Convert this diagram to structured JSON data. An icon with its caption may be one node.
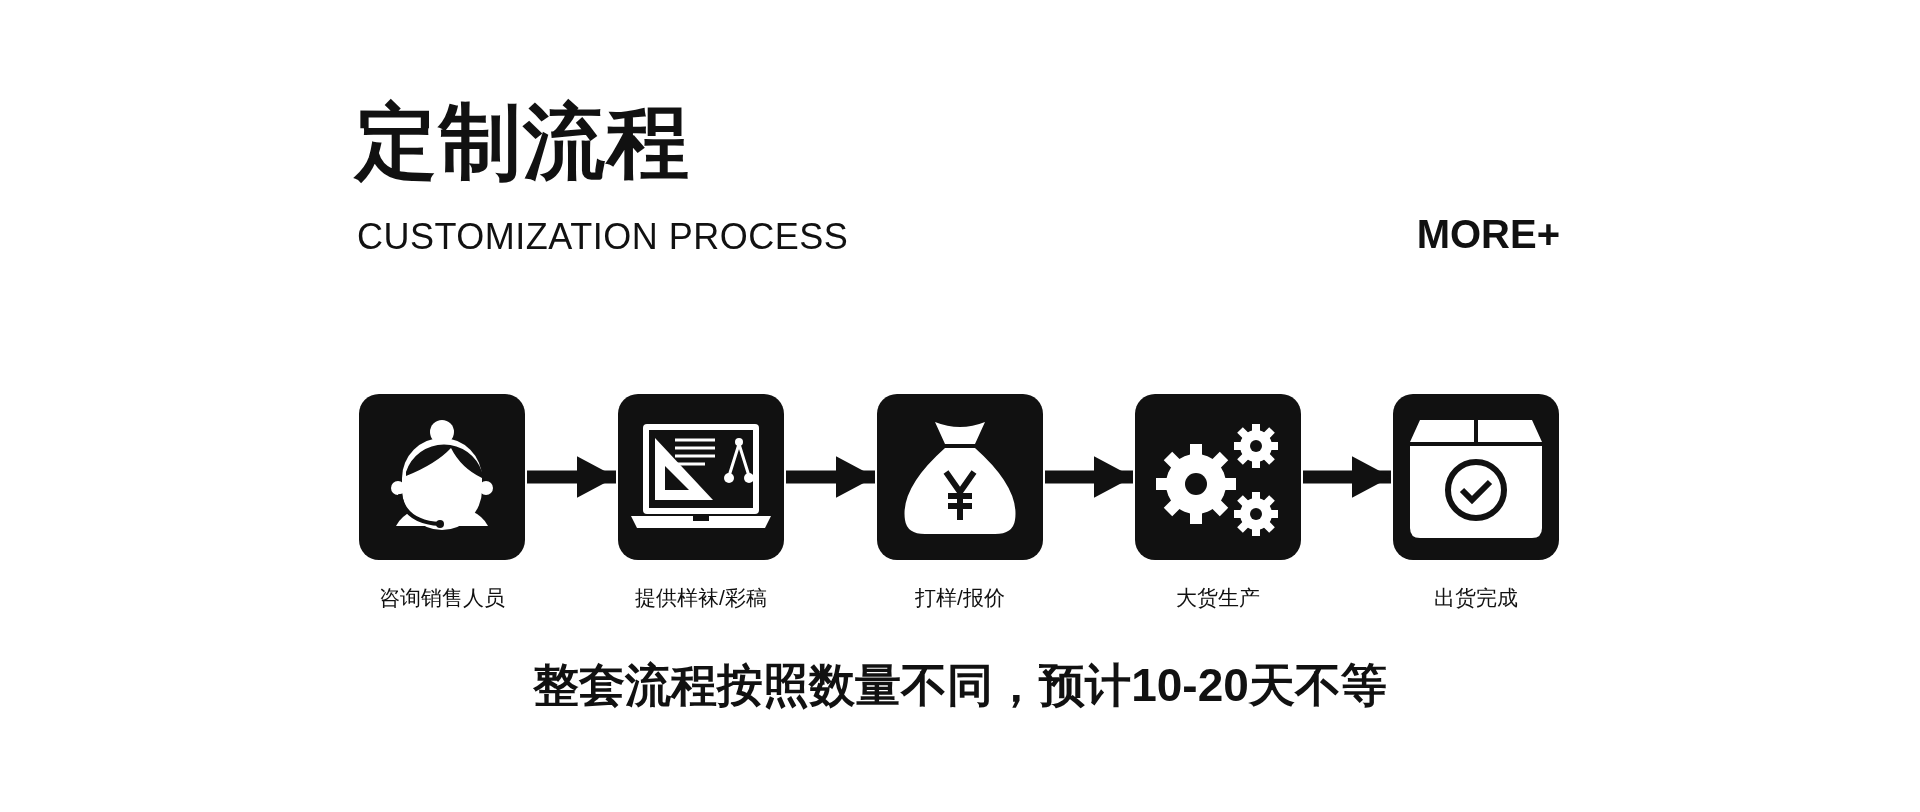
{
  "diagram": {
    "title": "定制流程",
    "nodes": [
      {
        "text": [],
        "shape": "box",
        "beside": [
          "咨询销售人员"
        ]
      },
      {
        "text": [],
        "shape": "box",
        "beside": [
          "提供样袜/彩稿"
        ]
      },
      {
        "text": [],
        "shape": "box",
        "beside": [
          "打样/报价"
        ]
      },
      {
        "text": [],
        "shape": "box",
        "beside": [
          "大货生产"
        ]
      },
      {
        "text": [],
        "shape": "box",
        "beside": [
          "出货完成"
        ]
      }
    ],
    "edges": [
      {
        "from": 0,
        "to": 1,
        "arrow": "to"
      },
      {
        "from": 1,
        "to": 2,
        "arrow": "to"
      },
      {
        "from": 2,
        "to": 3,
        "arrow": "to"
      },
      {
        "from": 3,
        "to": 4,
        "arrow": "to"
      }
    ],
    "labels": [
      "CUSTOMIZATION PROCESS",
      "MORE+",
      "整套流程按照数量不同，预计10-20天不等"
    ]
  }
}
